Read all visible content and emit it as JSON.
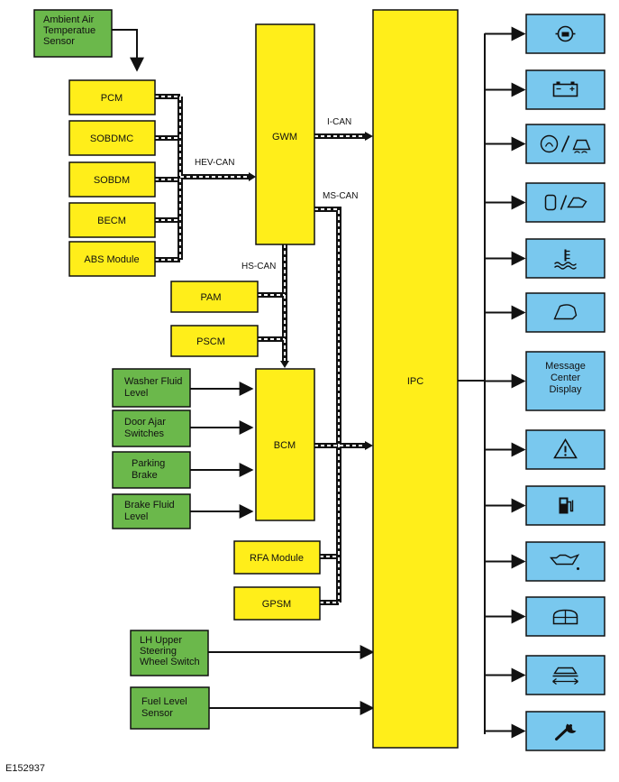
{
  "figure_id": "E152937",
  "colors": {
    "module": "#ffee1a",
    "input": "#6bb84b",
    "indicator": "#79c8ee",
    "line": "#111111"
  },
  "buses": {
    "hev_can": "HEV-CAN",
    "hs_can": "HS-CAN",
    "i_can": "I-CAN",
    "ms_can": "MS-CAN"
  },
  "inputs": {
    "ambient": [
      "Ambient Air",
      "Temperatue",
      "Sensor"
    ],
    "washer": [
      "Washer Fluid",
      "Level"
    ],
    "door": [
      "Door Ajar",
      "Switches"
    ],
    "parking": [
      "Parking",
      "Brake"
    ],
    "brake_fluid": [
      "Brake Fluid",
      "Level"
    ],
    "lh_switch": [
      "LH Upper",
      "Steering",
      "Wheel Switch"
    ],
    "fuel_sensor": [
      "Fuel Level",
      "Sensor"
    ]
  },
  "modules": {
    "pcm": "PCM",
    "sobdmc": "SOBDMC",
    "sobdm": "SOBDM",
    "becm": "BECM",
    "abs": "ABS Module",
    "gwm": "GWM",
    "pam": "PAM",
    "pscm": "PSCM",
    "bcm": "BCM",
    "rfa": "RFA Module",
    "gpsm": "GPSM",
    "ipc": "IPC"
  },
  "indicators": [
    {
      "icon": "steering-lock-icon"
    },
    {
      "icon": "battery-icon"
    },
    {
      "icon": "traction-control-icon"
    },
    {
      "icon": "door-ajar-icon"
    },
    {
      "icon": "coolant-temperature-icon"
    },
    {
      "icon": "trunk-open-icon"
    },
    {
      "icon": "message-center-display",
      "label": [
        "Message",
        "Center",
        "Display"
      ]
    },
    {
      "icon": "warning-triangle-icon"
    },
    {
      "icon": "fuel-pump-icon"
    },
    {
      "icon": "oil-pressure-icon"
    },
    {
      "icon": "seatbelt-icon"
    },
    {
      "icon": "vehicle-lift-icon"
    },
    {
      "icon": "wrench-icon"
    }
  ]
}
